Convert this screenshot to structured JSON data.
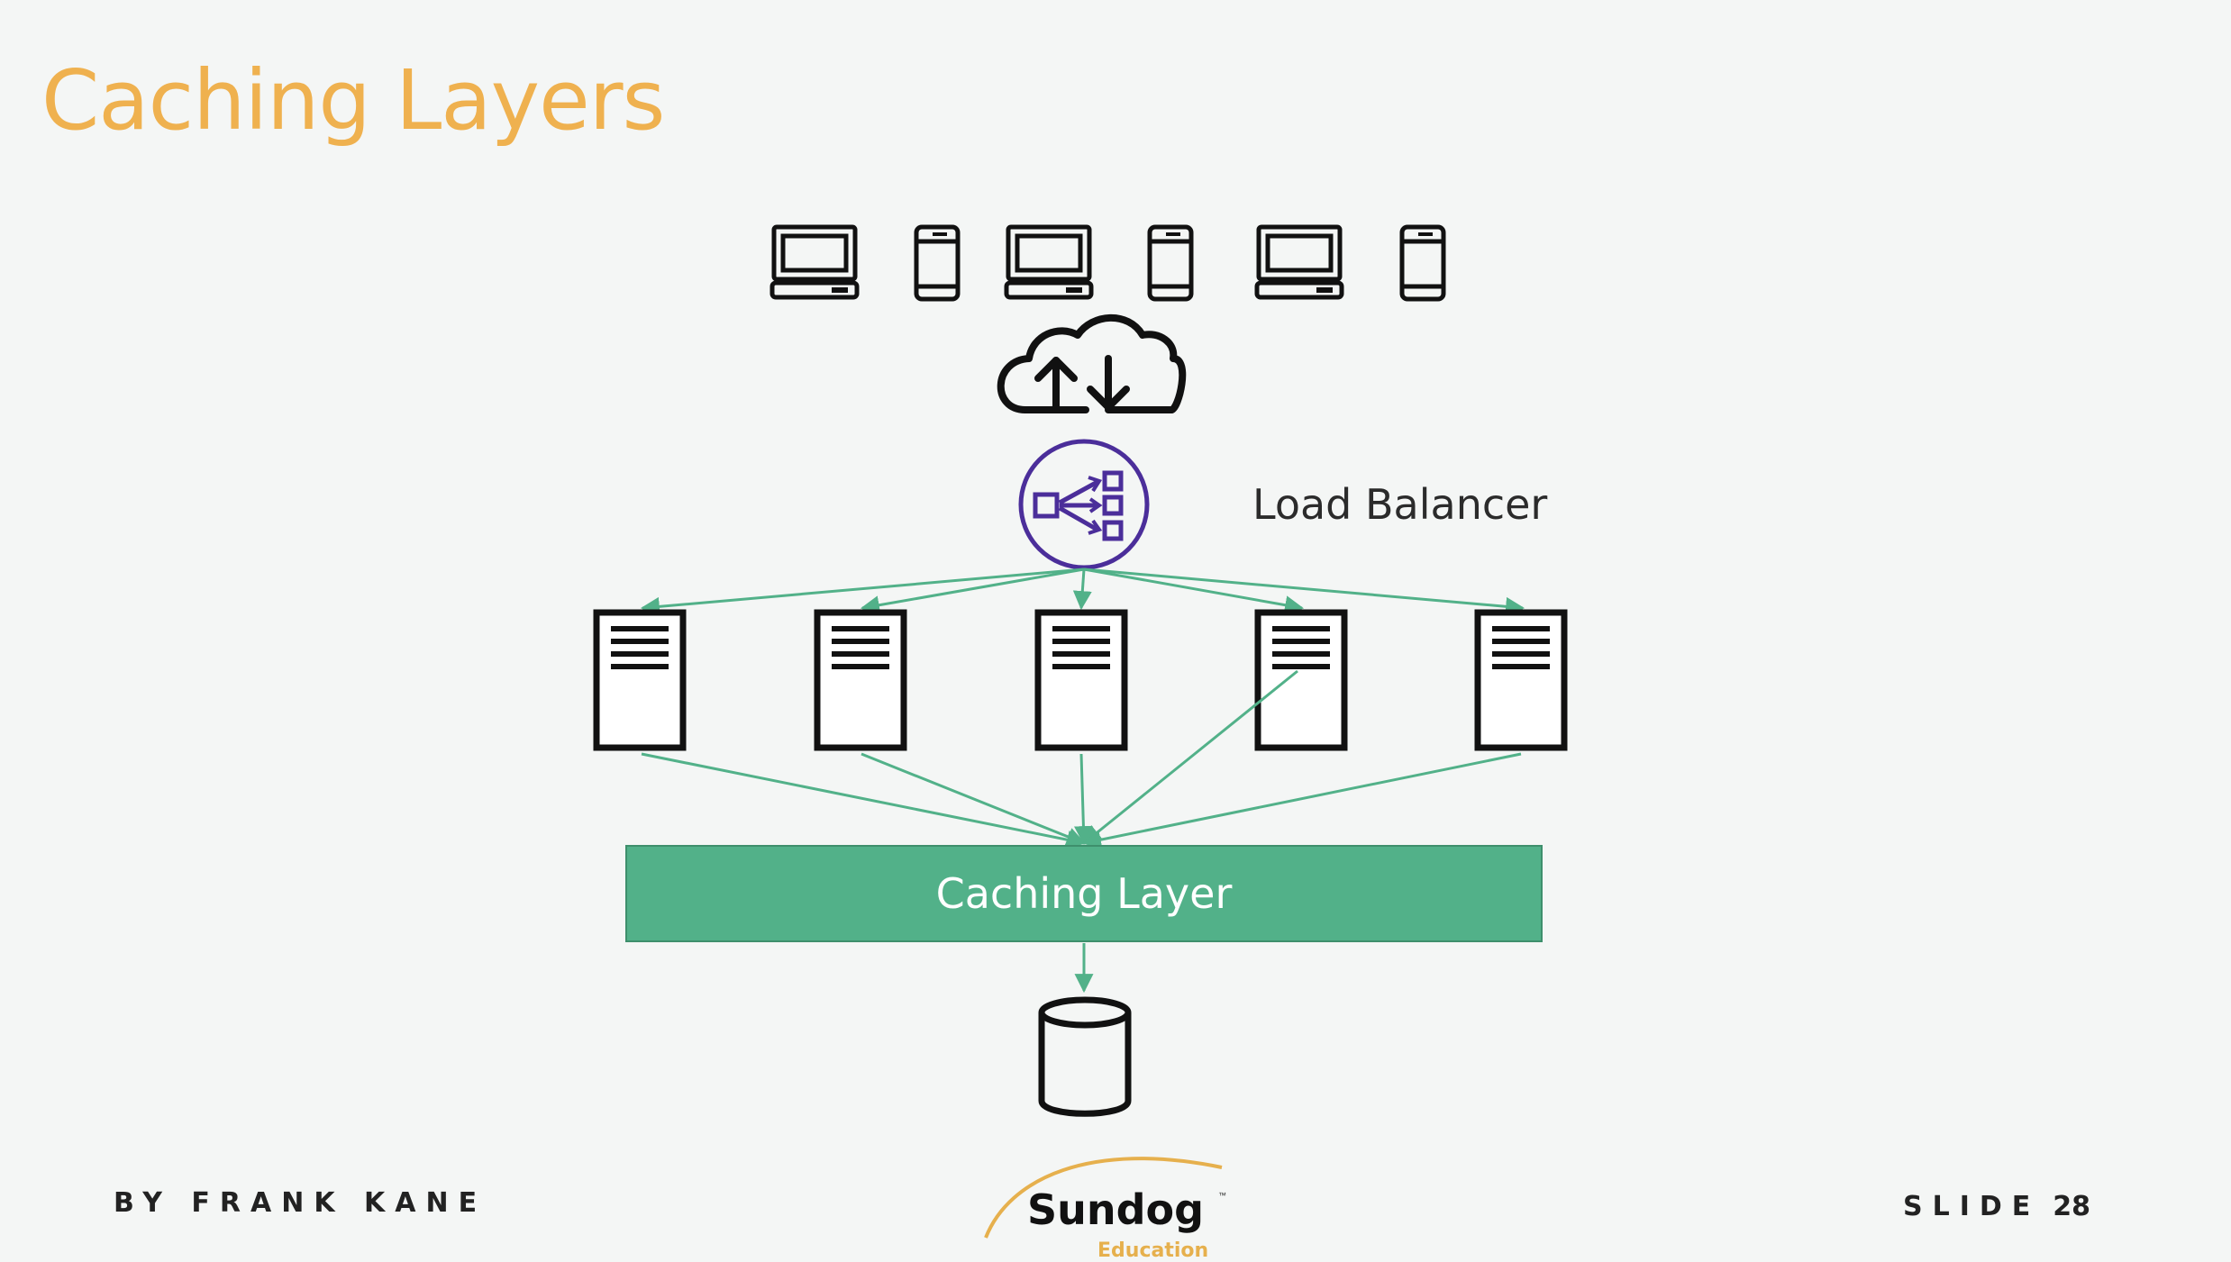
{
  "slide": {
    "title": "Caching Layers",
    "author": "BY FRANK KANE",
    "slide_label": "SLIDE",
    "slide_number": "28"
  },
  "diagram": {
    "load_balancer_label": "Load Balancer",
    "cache_label": "Caching Layer",
    "clients": [
      "laptop-icon",
      "phone-icon",
      "laptop-icon",
      "phone-icon",
      "laptop-icon",
      "phone-icon"
    ],
    "server_count": 5,
    "colors": {
      "arrow": "#52b189",
      "cache_fill": "#52b189",
      "load_balancer": "#4b2e9a",
      "title": "#efb14f"
    }
  },
  "logo": {
    "name": "Sundog",
    "tm": "™",
    "sub": "Education"
  }
}
